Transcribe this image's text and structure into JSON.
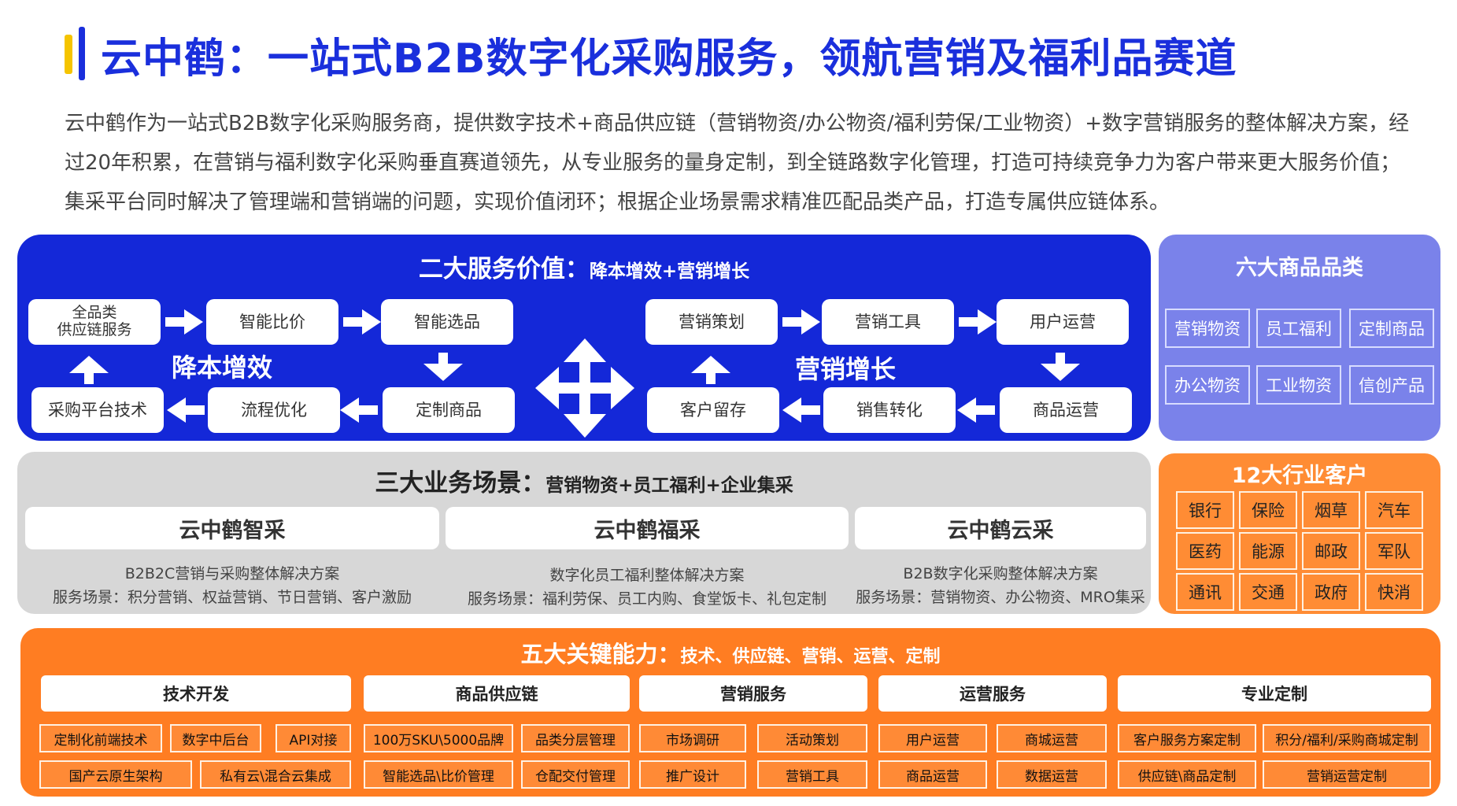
{
  "title": "云中鹤：一站式B2B数字化采购服务，领航营销及福利品赛道",
  "intro": "云中鹤作为一站式B2B数字化采购服务商，提供数字技术+商品供应链（营销物资/办公物资/福利劳保/工业物资）+数字营销服务的整体解决方案，经过20年积累，在营销与福利数字化采购垂直赛道领先，从专业服务的量身定制，到全链路数字化管理，打造可持续竞争力为客户带来更大服务价值；集采平台同时解决了管理端和营销端的问题，实现价值闭环；根据企业场景需求精准匹配品类产品，打造专属供应链体系。",
  "value_panel": {
    "heading": "二大服务价值：",
    "subheading": "降本增效+营销增长",
    "left": {
      "label": "降本增效",
      "top_row": [
        "全品类\n供应链服务",
        "智能比价",
        "智能选品"
      ],
      "bottom_row": [
        "采购平台技术",
        "流程优化",
        "定制商品"
      ]
    },
    "right": {
      "label": "营销增长",
      "top_row": [
        "营销策划",
        "营销工具",
        "用户运营"
      ],
      "bottom_row": [
        "客户留存",
        "销售转化",
        "商品运营"
      ]
    }
  },
  "categories_panel": {
    "heading": "六大商品品类",
    "items": [
      "营销物资",
      "员工福利",
      "定制商品",
      "办公物资",
      "工业物资",
      "信创产品"
    ]
  },
  "scenes_panel": {
    "heading": "三大业务场景：",
    "subheading": "营销物资+员工福利+企业集采",
    "cards": [
      {
        "name": "云中鹤智采",
        "desc": "B2B2C营销与采购整体解决方案",
        "scenes": "服务场景：积分营销、权益营销、节日营销、客户激励"
      },
      {
        "name": "云中鹤福采",
        "desc": "数字化员工福利整体解决方案",
        "scenes": "服务场景：福利劳保、员工内购、食堂饭卡、礼包定制"
      },
      {
        "name": "云中鹤云采",
        "desc": "B2B数字化采购整体解决方案",
        "scenes": "服务场景：营销物资、办公物资、MRO集采"
      }
    ]
  },
  "industries_panel": {
    "heading": "12大行业客户",
    "items": [
      "银行",
      "保险",
      "烟草",
      "汽车",
      "医药",
      "能源",
      "邮政",
      "军队",
      "通讯",
      "交通",
      "政府",
      "快消"
    ]
  },
  "capabilities_panel": {
    "heading": "五大关键能力：",
    "subheading": "技术、供应链、营销、运营、定制",
    "groups": [
      {
        "name": "技术开发",
        "row1": [
          "定制化前端技术",
          "数字中后台",
          "API对接"
        ],
        "row2": [
          "国产云原生架构",
          "私有云\\混合云集成"
        ]
      },
      {
        "name": "商品供应链",
        "row1": [
          "100万SKU\\5000品牌",
          "品类分层管理"
        ],
        "row2": [
          "智能选品\\比价管理",
          "仓配交付管理"
        ]
      },
      {
        "name": "营销服务",
        "row1": [
          "市场调研",
          "活动策划"
        ],
        "row2": [
          "推广设计",
          "营销工具"
        ]
      },
      {
        "name": "运营服务",
        "row1": [
          "用户运营",
          "商城运营"
        ],
        "row2": [
          "商品运营",
          "数据运营"
        ]
      },
      {
        "name": "专业定制",
        "row1": [
          "客户服务方案定制",
          "积分/福利/采购商城定制"
        ],
        "row2": [
          "供应链\\商品定制",
          "营销运营定制"
        ]
      }
    ]
  }
}
